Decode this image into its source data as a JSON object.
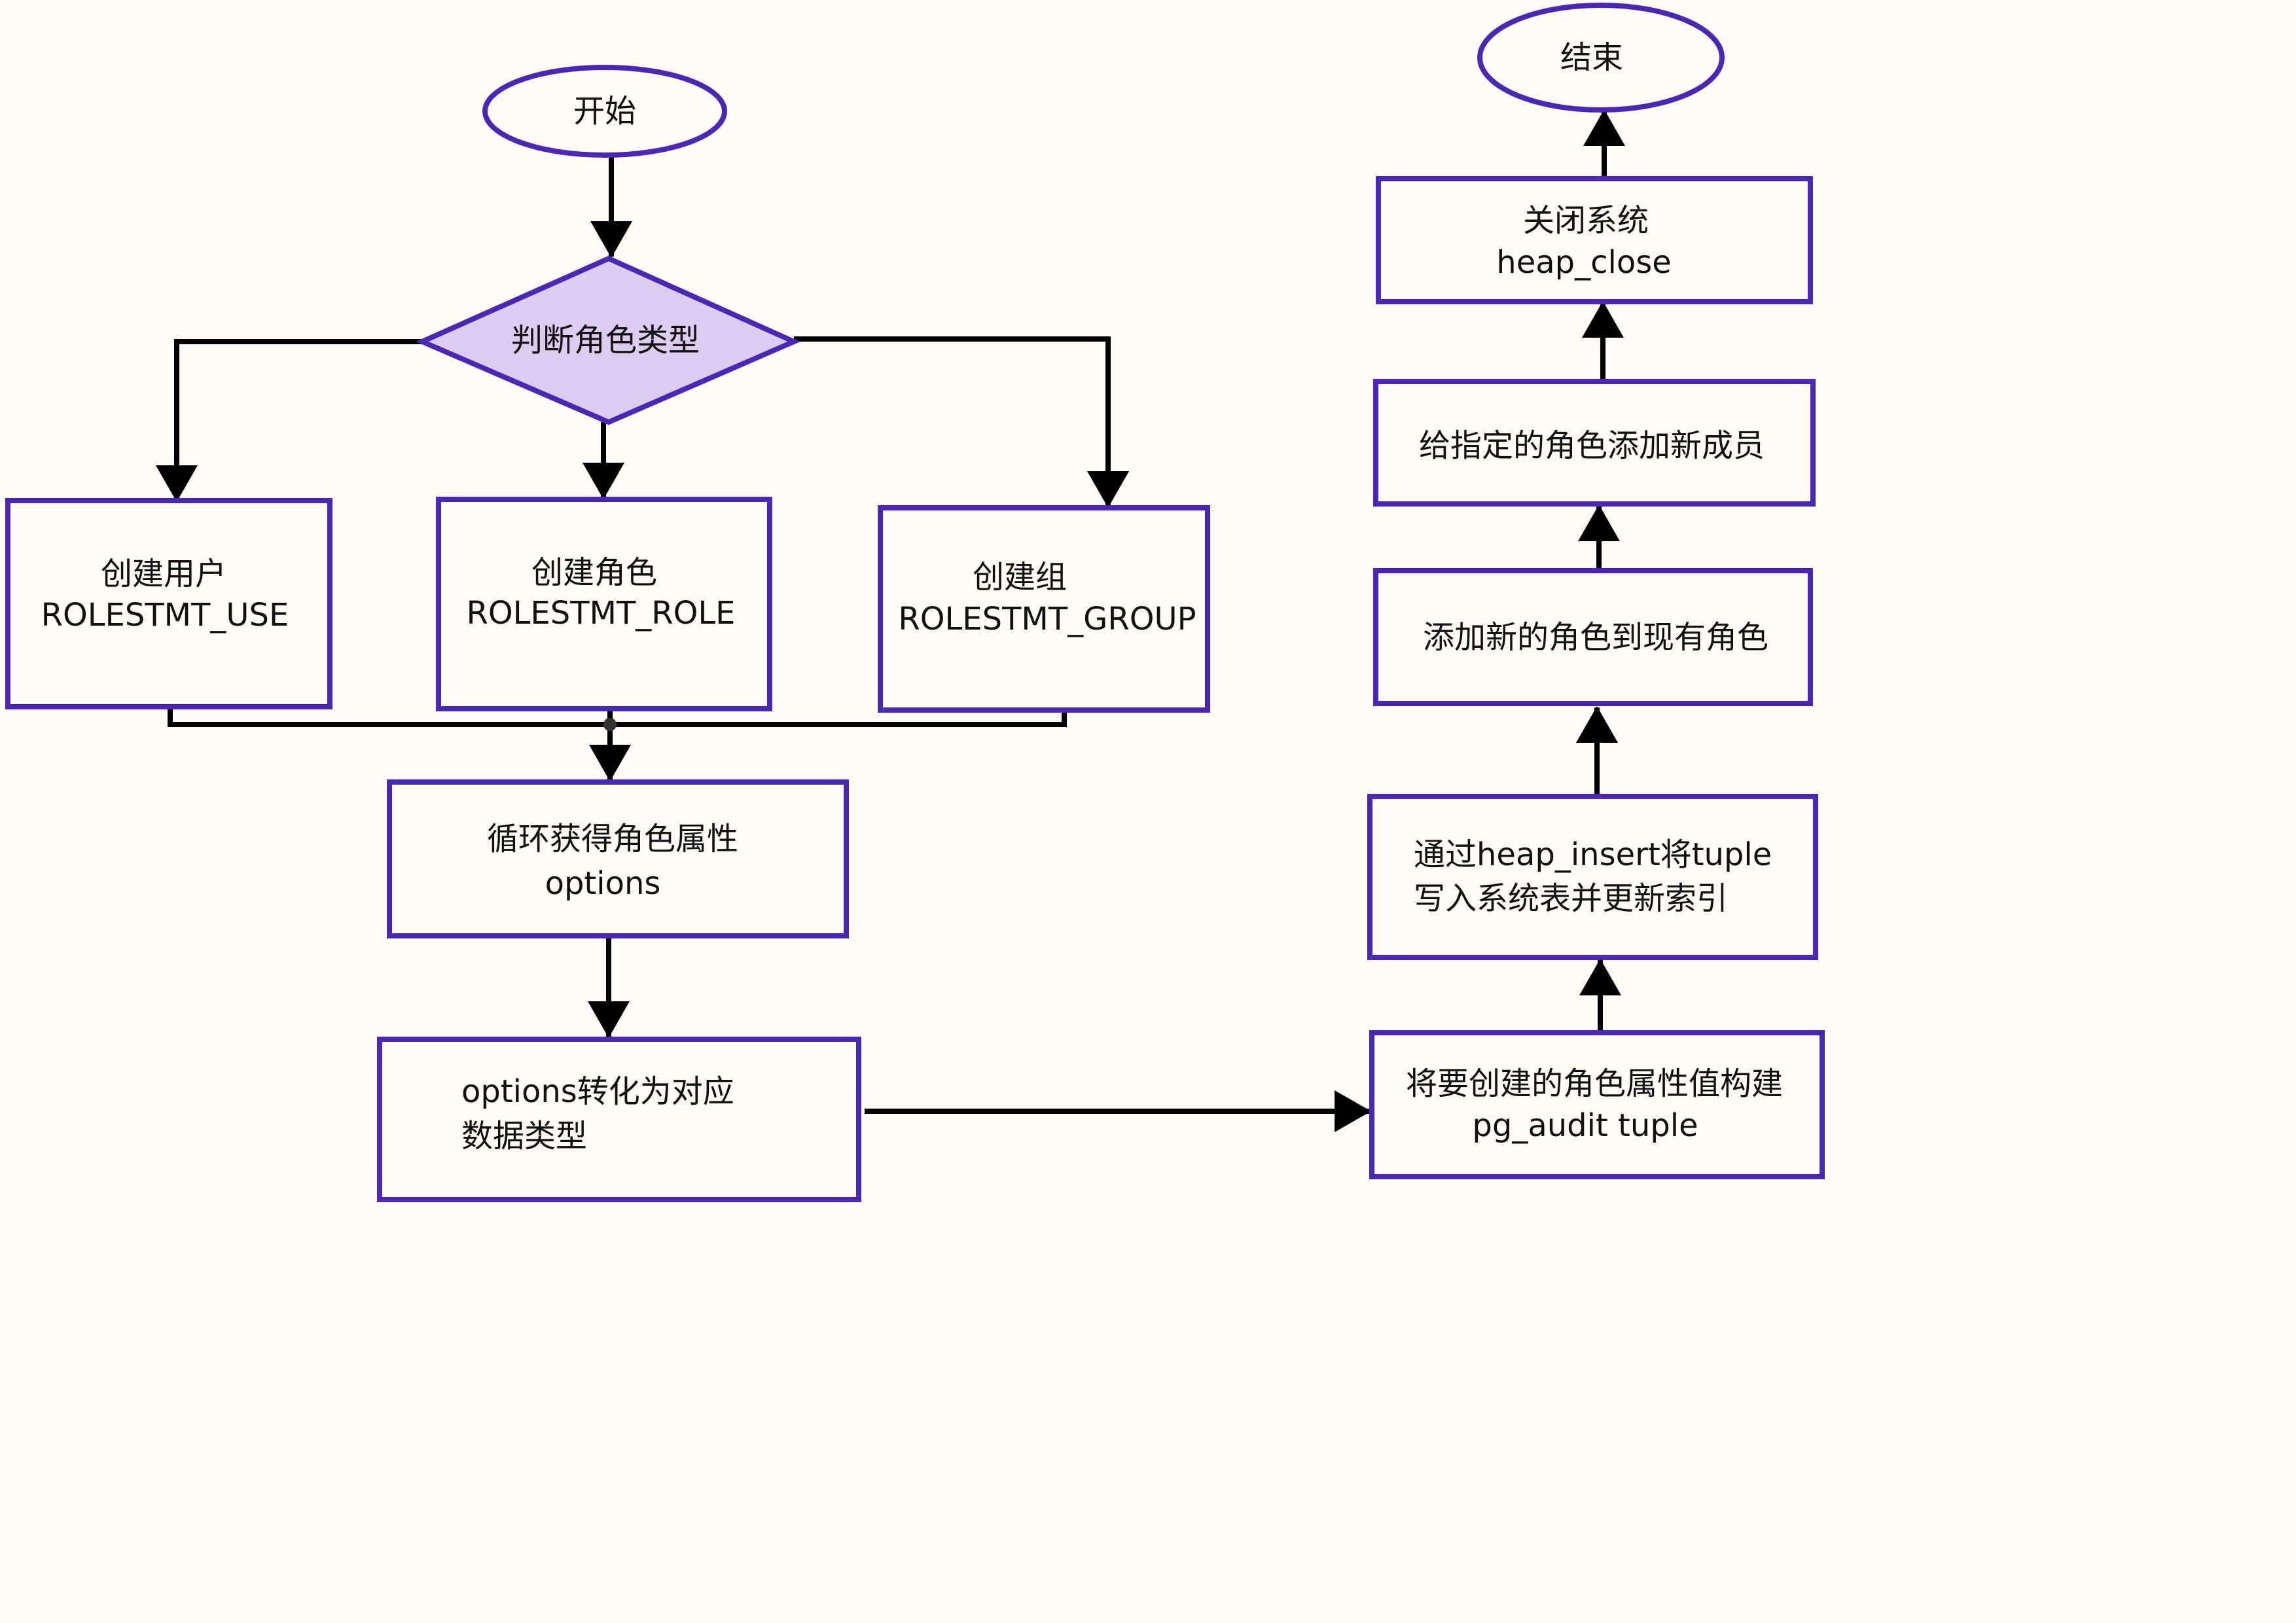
{
  "colors": {
    "background": "#fffbf7",
    "node_stroke": "#4b28b4",
    "node_fill": "#fffbf7",
    "decision_fill": "#dccdf0",
    "edge": "#000000",
    "text": "#111111"
  },
  "nodes": {
    "start": {
      "lines": [
        "开始"
      ]
    },
    "decision": {
      "lines": [
        "判断角色类型"
      ]
    },
    "create_user": {
      "lines": [
        "创建用户",
        "ROLESTMT_USE"
      ]
    },
    "create_role": {
      "lines": [
        "创建角色",
        "ROLESTMT_ROLE"
      ]
    },
    "create_group": {
      "lines": [
        "创建组",
        "ROLESTMT_GROUP"
      ]
    },
    "loop_options": {
      "lines": [
        "循环获得角色属性",
        "options"
      ]
    },
    "convert_options": {
      "lines": [
        "options转化为对应",
        "数据类型"
      ]
    },
    "build_tuple": {
      "lines": [
        "将要创建的角色属性值构建",
        "pg_audit tuple"
      ]
    },
    "heap_insert": {
      "lines": [
        "通过heap_insert将tuple",
        "写入系统表并更新索引"
      ]
    },
    "add_role": {
      "lines": [
        "添加新的角色到现有角色"
      ]
    },
    "add_member": {
      "lines": [
        "给指定的角色添加新成员"
      ]
    },
    "close_system": {
      "lines": [
        "关闭系统",
        "heap_close"
      ]
    },
    "end": {
      "lines": [
        "结束"
      ]
    }
  },
  "edges": [
    {
      "from": "start",
      "to": "decision"
    },
    {
      "from": "decision",
      "to": "create_user"
    },
    {
      "from": "decision",
      "to": "create_role"
    },
    {
      "from": "decision",
      "to": "create_group"
    },
    {
      "from": "create_user",
      "to": "loop_options"
    },
    {
      "from": "create_role",
      "to": "loop_options"
    },
    {
      "from": "create_group",
      "to": "loop_options"
    },
    {
      "from": "loop_options",
      "to": "convert_options"
    },
    {
      "from": "convert_options",
      "to": "build_tuple"
    },
    {
      "from": "build_tuple",
      "to": "heap_insert"
    },
    {
      "from": "heap_insert",
      "to": "add_role"
    },
    {
      "from": "add_role",
      "to": "add_member"
    },
    {
      "from": "add_member",
      "to": "close_system"
    },
    {
      "from": "close_system",
      "to": "end"
    }
  ]
}
